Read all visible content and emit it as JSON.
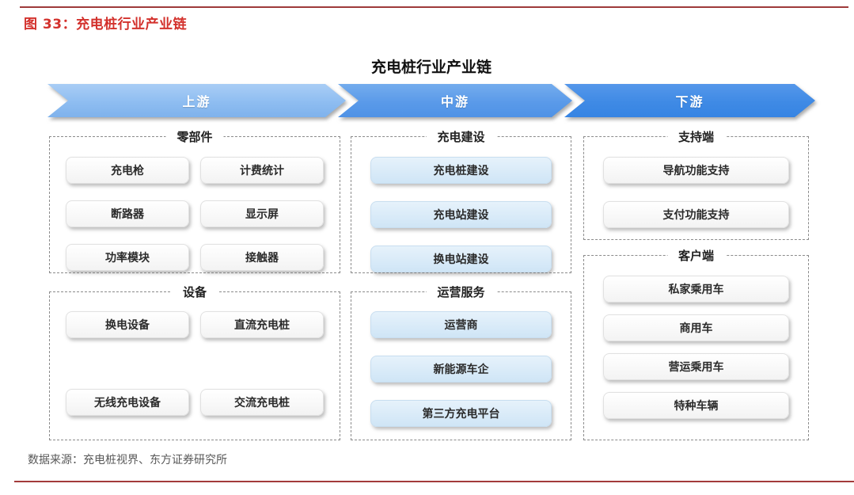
{
  "figure": {
    "caption": "图 33：充电桩行业产业链",
    "chart_title": "充电桩行业产业链",
    "source": "数据来源：充电桩视界、东方证券研究所"
  },
  "colors": {
    "caption_red": "#d3312c",
    "rule_red": "#9e3a3a",
    "arrow_upstream": "#8ebdf1",
    "arrow_midstream": "#5a9ae9",
    "arrow_downstream": "#3f8ae5",
    "item_blue_fill": "#d6e8f7",
    "item_white_fill": "#ffffff",
    "source_gray": "#595959"
  },
  "stages": [
    {
      "label": "上游"
    },
    {
      "label": "中游"
    },
    {
      "label": "下游"
    }
  ],
  "groups": [
    {
      "title": "零部件",
      "stage": "上游",
      "items": [
        "充电枪",
        "计费统计",
        "断路器",
        "显示屏",
        "功率模块",
        "接触器"
      ]
    },
    {
      "title": "设备",
      "stage": "上游",
      "items": [
        "换电设备",
        "直流充电桩",
        "无线充电设备",
        "交流充电桩"
      ]
    },
    {
      "title": "充电建设",
      "stage": "中游",
      "items": [
        "充电桩建设",
        "充电站建设",
        "换电站建设"
      ]
    },
    {
      "title": "运营服务",
      "stage": "中游",
      "items": [
        "运营商",
        "新能源车企",
        "第三方充电平台"
      ]
    },
    {
      "title": "支持端",
      "stage": "下游",
      "items": [
        "导航功能支持",
        "支付功能支持"
      ]
    },
    {
      "title": "客户端",
      "stage": "下游",
      "items": [
        "私家乘用车",
        "商用车",
        "营运乘用车",
        "特种车辆"
      ]
    }
  ]
}
